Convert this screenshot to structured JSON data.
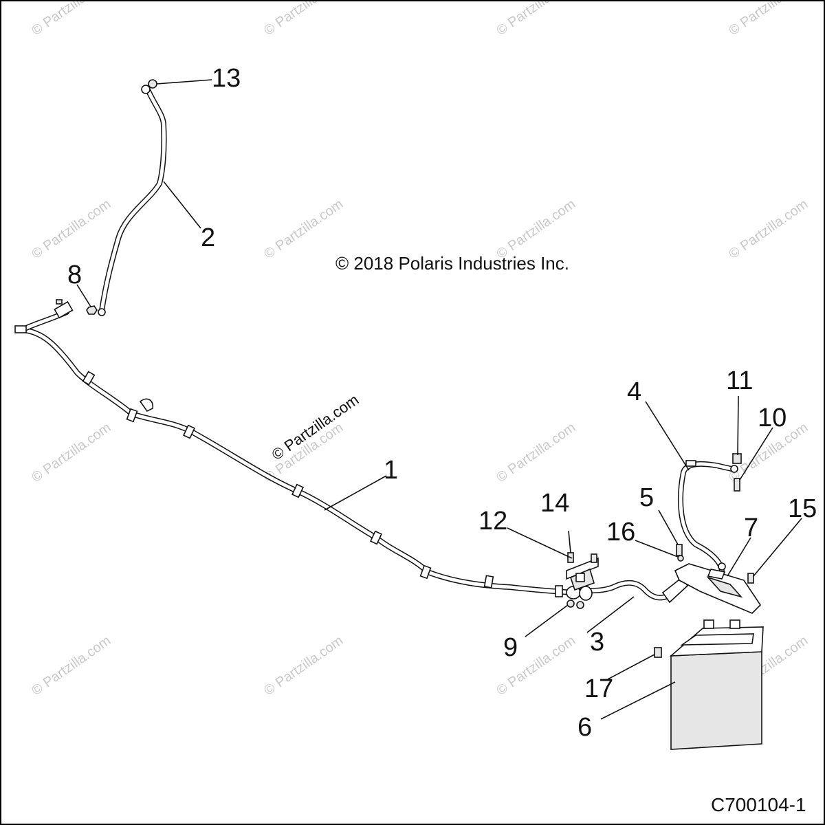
{
  "copyright": "© 2018 Polaris Industries Inc.",
  "diagram_code": "C700104-1",
  "watermark": "© Partzilla.com",
  "callouts": [
    {
      "id": "1",
      "label": "1"
    },
    {
      "id": "2",
      "label": "2"
    },
    {
      "id": "3",
      "label": "3"
    },
    {
      "id": "4",
      "label": "4"
    },
    {
      "id": "5",
      "label": "5"
    },
    {
      "id": "6",
      "label": "6"
    },
    {
      "id": "7",
      "label": "7"
    },
    {
      "id": "8",
      "label": "8"
    },
    {
      "id": "9",
      "label": "9"
    },
    {
      "id": "10",
      "label": "10"
    },
    {
      "id": "11",
      "label": "11"
    },
    {
      "id": "12",
      "label": "12"
    },
    {
      "id": "13",
      "label": "13"
    },
    {
      "id": "14",
      "label": "14"
    },
    {
      "id": "15",
      "label": "15"
    },
    {
      "id": "16",
      "label": "16"
    },
    {
      "id": "17",
      "label": "17"
    }
  ]
}
